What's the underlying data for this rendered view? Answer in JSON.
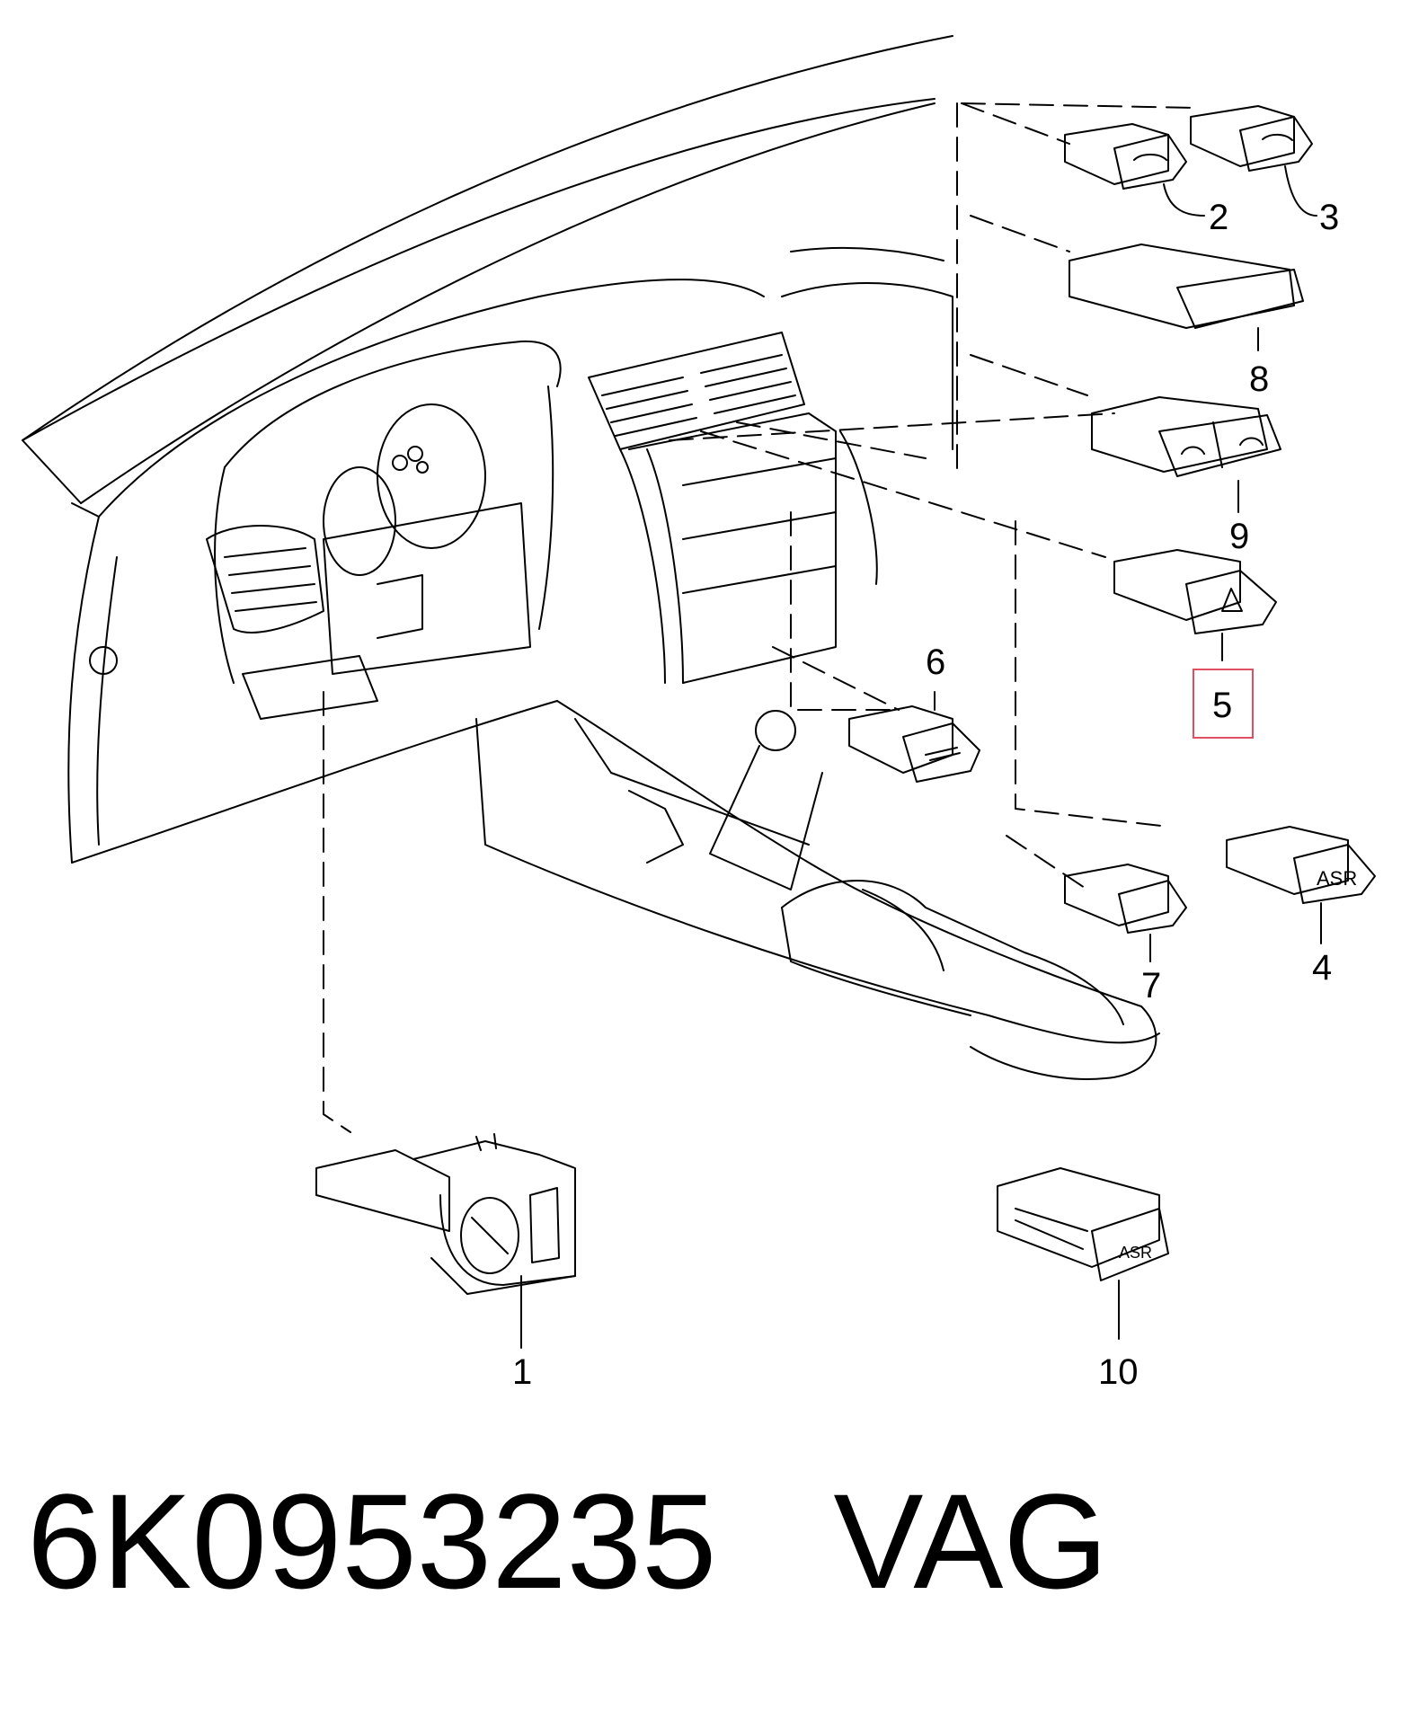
{
  "callouts": {
    "c1": "1",
    "c2": "2",
    "c3": "3",
    "c4": "4",
    "c5": "5",
    "c6": "6",
    "c7": "7",
    "c8": "8",
    "c9": "9",
    "c10": "10"
  },
  "button_labels": {
    "asr_upper": "ASR",
    "asr_lower": "ASR"
  },
  "caption": {
    "part_number": "6K0953235",
    "brand": "VAG"
  },
  "highlight_color": "#e05060"
}
